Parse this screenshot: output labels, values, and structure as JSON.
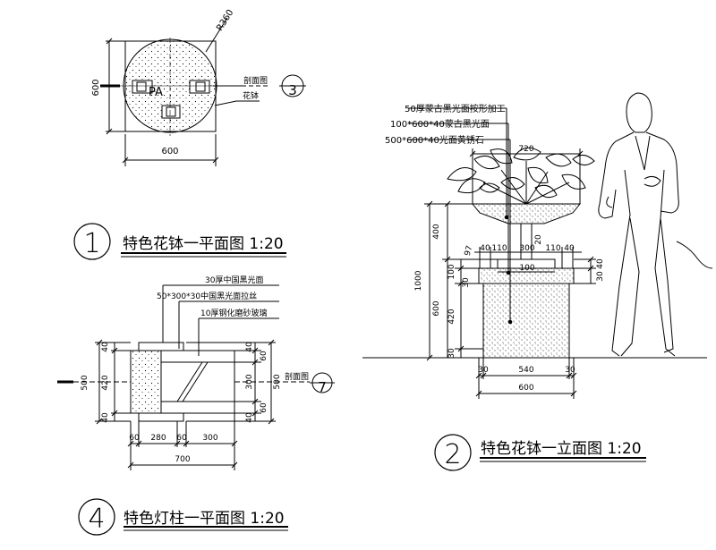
{
  "plan1": {
    "dim_top": "R360",
    "dim_left": "600",
    "dim_bottom": "600",
    "center_label": "PA",
    "label_section": "剖面图",
    "label_pot": "花钵",
    "section_mark": "3",
    "title_num": "1",
    "title": "特色花钵一平面图 1:20"
  },
  "plan4": {
    "note1": "30厚中国黑光面",
    "note2": "50*300*30中国黑光面拉丝",
    "note3": "10厚钢化磨砂玻璃",
    "dim_left_total": "500",
    "dim_left_top": "40",
    "dim_left_mid": "420",
    "dim_left_bot": "40",
    "dim_right_top": "40",
    "dim_right_a": "60",
    "dim_right_b": "300",
    "dim_right_c": "60",
    "dim_right_bot": "40",
    "dim_right_total": "500",
    "dim_b1": "60",
    "dim_b2": "280",
    "dim_b3": "60",
    "dim_b4": "300",
    "dim_total": "700",
    "label_section": "剖面图",
    "section_mark": "7",
    "title_num": "4",
    "title": "特色灯柱一平面图 1:20"
  },
  "elev2": {
    "note1": "50厚蒙古黑光面按形加工",
    "note2": "100*600*40蒙古黑光面",
    "note3": "500*600*40光面黄锈石",
    "dim_top": "720",
    "dim_left_total": "1000",
    "dim_left_upper": "400",
    "dim_left_lower": "600",
    "dim_left_420": "420",
    "dim_left_100": "100",
    "dim_left_30a": "30",
    "dim_left_30b": "30",
    "dim_97": "97",
    "dim_40a": "40",
    "dim_110a": "110",
    "dim_300": "300",
    "dim_110b": "110",
    "dim_40b": "40",
    "dim_20": "20",
    "dim_100": "100",
    "dim_right_40": "40",
    "dim_right_30": "30",
    "dim_b1": "30",
    "dim_b2": "540",
    "dim_b3": "30",
    "dim_total": "600",
    "title_num": "2",
    "title": "特色花钵一立面图 1:20"
  }
}
